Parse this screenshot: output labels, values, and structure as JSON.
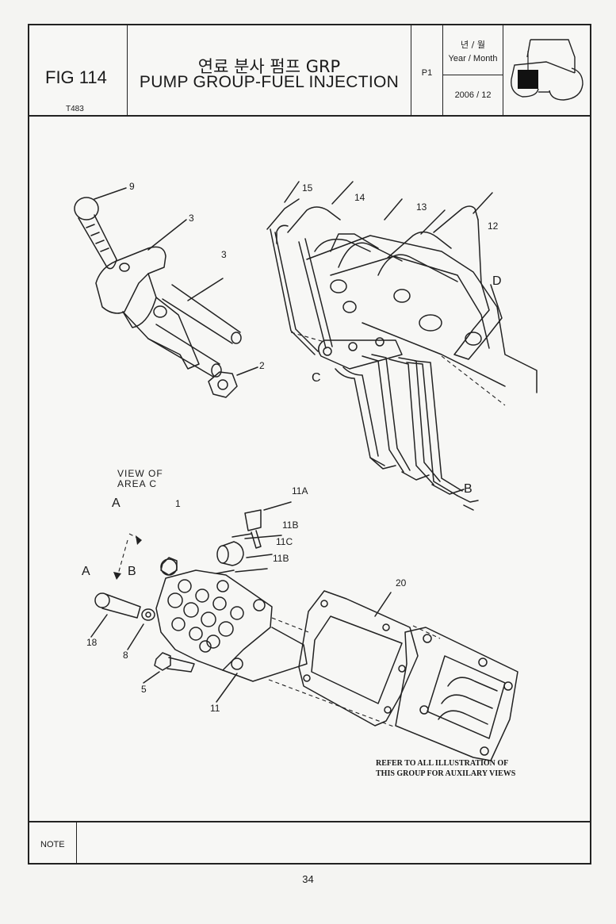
{
  "header": {
    "fig_label": "FIG 114",
    "model_code": "T483",
    "title_ko": "연료 분사 펌프 GRP",
    "title_en": "PUMP GROUP-FUEL INJECTION",
    "page_code": "P1",
    "ym_label_ko": "년 / 월",
    "ym_label_en": "Year / Month",
    "ym_value": "2006 / 12"
  },
  "illustration": {
    "view_caption": [
      "VIEW OF",
      "AREA C"
    ],
    "callouts": [
      "9",
      "3",
      "3",
      "2",
      "15",
      "14",
      "13",
      "12",
      "1",
      "11A",
      "11B",
      "11C",
      "11B",
      "20",
      "18",
      "8",
      "5",
      "11"
    ],
    "area_markers": [
      "D",
      "C",
      "B",
      "A",
      "A",
      "B"
    ],
    "refer_note": [
      "REFER TO ALL ILLUSTRATION OF",
      "THIS GROUP FOR AUXILARY VIEWS"
    ]
  },
  "note": {
    "label": "NOTE"
  },
  "page_number": "34"
}
